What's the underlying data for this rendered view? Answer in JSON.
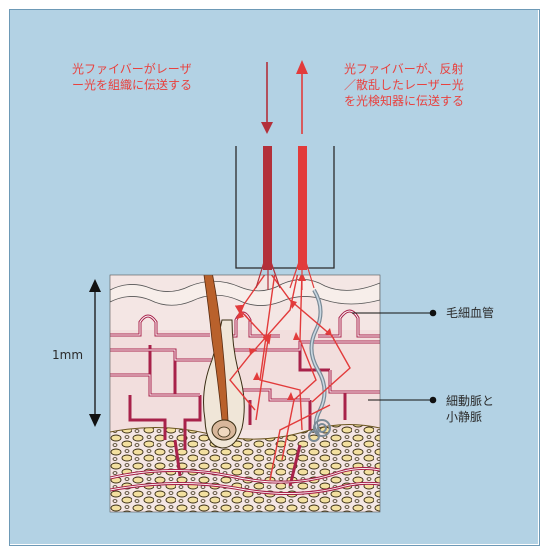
{
  "colors": {
    "background": "#b3d2e4",
    "emitter_label": "#e8423f",
    "detector_label": "#e8423f",
    "fiber_emit": "#b3303a",
    "fiber_detect": "#e23b3b",
    "vessel": "#a8224a",
    "fat": "#ecd488",
    "hair": "#b9612c"
  },
  "labels": {
    "emitter": [
      "光ファイバーがレーザ",
      "ー光を組織に伝送する"
    ],
    "detector": [
      "光ファイバーが、反射",
      "／散乱したレーザー光",
      "を光検知器に伝送する"
    ],
    "scale": "1mm",
    "capillary": "毛細血管",
    "venules": [
      "細動脈と",
      "小静脈"
    ]
  }
}
